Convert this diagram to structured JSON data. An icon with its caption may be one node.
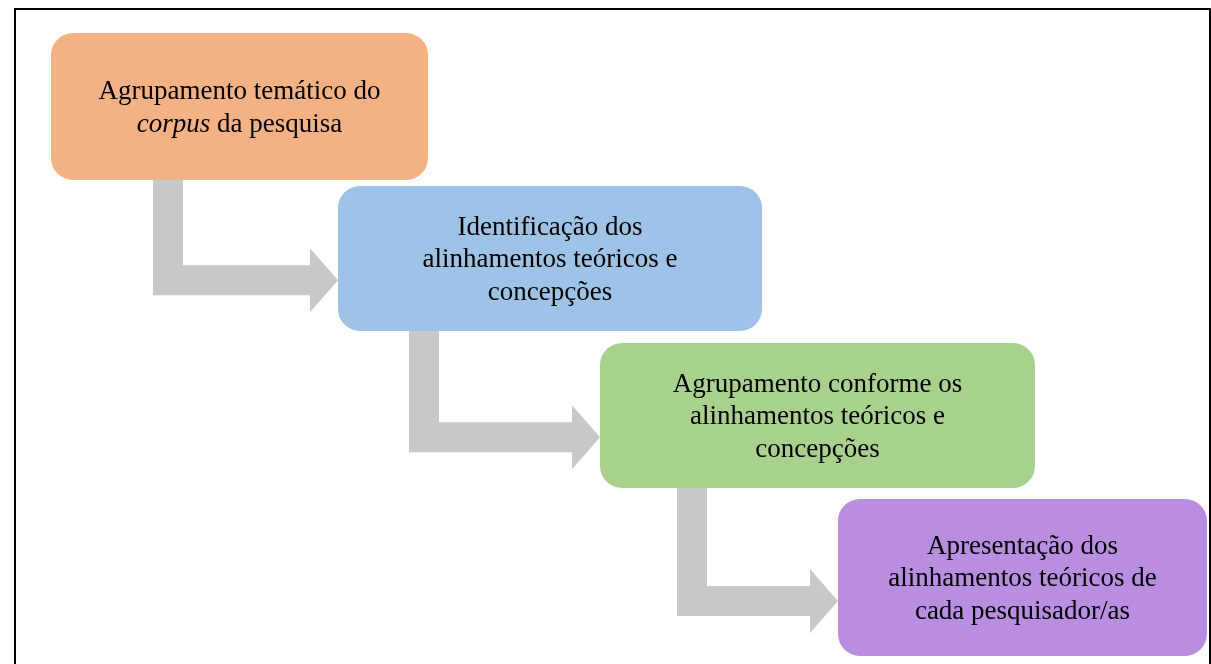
{
  "diagram": {
    "nodes": [
      {
        "text": [
          "Agrupamento temático do *corpus* da pesquisa"
        ]
      },
      {
        "text": [
          "Identificação dos alinhamentos teóricos e concepções"
        ]
      },
      {
        "text": [
          "Agrupamento conforme os alinhamentos teóricos e concepções"
        ]
      },
      {
        "text": [
          "Apresentação dos alinhamentos teóricos de cada pesquisador/as"
        ]
      }
    ],
    "edges": [
      {
        "from": 0,
        "to": 1,
        "arrow": "to"
      },
      {
        "from": 1,
        "to": 2,
        "arrow": "to"
      },
      {
        "from": 2,
        "to": 3,
        "arrow": "to"
      }
    ]
  }
}
